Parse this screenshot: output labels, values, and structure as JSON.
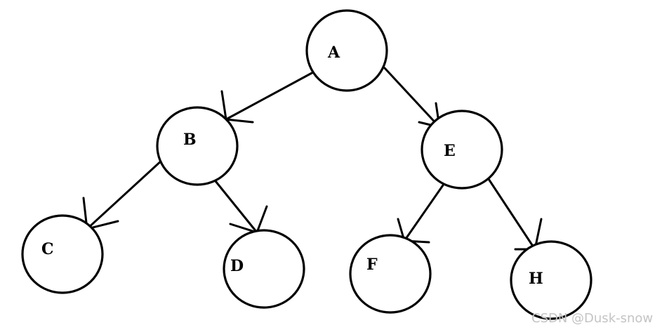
{
  "diagram": {
    "nodes": [
      {
        "id": "A",
        "label": "A"
      },
      {
        "id": "B",
        "label": "B"
      },
      {
        "id": "E",
        "label": "E"
      },
      {
        "id": "C",
        "label": "C"
      },
      {
        "id": "D",
        "label": "D"
      },
      {
        "id": "F",
        "label": "F"
      },
      {
        "id": "H",
        "label": "H"
      }
    ],
    "edges": [
      {
        "from": "A",
        "to": "B"
      },
      {
        "from": "A",
        "to": "E"
      },
      {
        "from": "B",
        "to": "C"
      },
      {
        "from": "B",
        "to": "D"
      },
      {
        "from": "E",
        "to": "F"
      },
      {
        "from": "E",
        "to": "H"
      }
    ],
    "colors": {
      "stroke": "#000000",
      "background": "#ffffff",
      "watermark": "#c4c4c4"
    }
  },
  "watermark": {
    "text": "CSDN @Dusk-snow"
  }
}
